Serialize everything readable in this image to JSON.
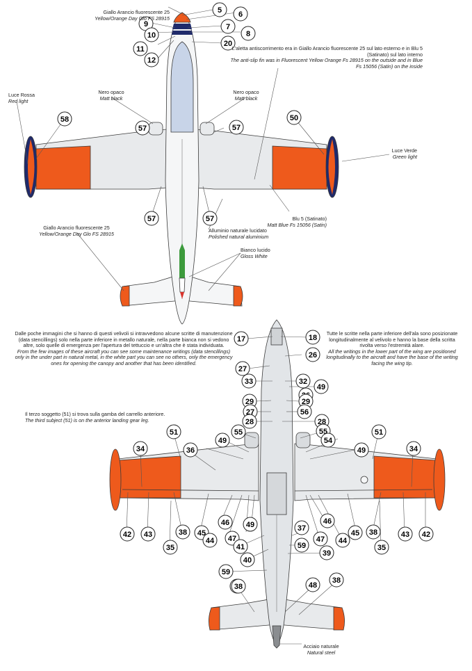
{
  "colors": {
    "orange": "#ee5a1c",
    "wing_gray": "#e8eaec",
    "fuselage_white": "#f5f6f7",
    "blue_tip": "#1f2a6b",
    "canopy_blue": "#c8d4e8",
    "outline": "#3a3a3a"
  },
  "top_view": {
    "nose_color": {
      "it": "Giallo Arancio fluorescente 25",
      "en": "Yellow/Orange Day Glo FS 28915"
    },
    "antislip": {
      "it": "L'aletta antiscorrimento era in Giallo Arancio fluorescente 25 sul lato esterno e in Blu 5 (Satinato) sul lato interno",
      "en": "The anti-slip fin was in Fluorescent Yellow Orange Fs 28915 on the outside and in Blue Fs 15056 (Satin) on the inside"
    },
    "red_light": {
      "it": "Luce Rossa",
      "en": "Red light"
    },
    "green_light": {
      "it": "Luce Verde",
      "en": "Green light"
    },
    "matt_black_left": {
      "it": "Nero opaco",
      "en": "Matt black"
    },
    "matt_black_right": {
      "it": "Nero opaco",
      "en": "Matt black"
    },
    "wing_orange": {
      "it": "Giallo Arancio fluorescente 25",
      "en": "Yellow/Orange Day Glo FS 28915"
    },
    "blu5": {
      "it": "Blu 5 (Satinato)",
      "en": "Matt Blue Fs 15056 (Satin)"
    },
    "aluminium": {
      "it": "Alluminio naturale lucidato",
      "en": "Polished natural aluminium"
    },
    "gloss_white": {
      "it": "Bianco lucido",
      "en": "Gloss White"
    },
    "callouts": [
      "5",
      "6",
      "7",
      "8",
      "9",
      "10",
      "11",
      "12",
      "20",
      "57",
      "57",
      "57",
      "57",
      "58",
      "50"
    ]
  },
  "notes": {
    "left_it": "Dalle poche immagini che si hanno di questi velivoli si intravvedono alcune scritte di manutenzione (data stencillings) solo nella parte inferiore in metallo naturale, nella parte bianca non si vedono altre, solo quelle di emergenza per l'apertura del tettuccio e un'altra che è stata individuata.",
    "left_en": "From the few images of these aircraft you can see some maintenance writings (data stencillings) only in the under part in natural metal, in the white part you can see no others, only the emergency ones for opening the canopy and another that has been identified.",
    "right_it": "Tutte le scritte nella parte inferiore dell'ala sono posizionate longitudinalmente al velivolo e hanno la base della scritta rivolta verso l'estremità alare.",
    "right_en": "All the writings in the lower part of the wing are positioned longitudinally to the aircraft and have the base of the writing facing the wing tip.",
    "third_it": "Il terzo soggetto (51) si trova sulla gamba del carrello anteriore.",
    "third_en": "The third subject (51) is on the anterior landing gear leg."
  },
  "bottom_view": {
    "steel": {
      "it": "Acciaio naturale",
      "en": "Natural steel"
    },
    "callouts": [
      "17",
      "18",
      "26",
      "27",
      "33",
      "32",
      "49",
      "26",
      "29",
      "29",
      "56",
      "27",
      "28",
      "28",
      "55",
      "55",
      "54",
      "49",
      "49",
      "51",
      "51",
      "34",
      "34",
      "36",
      "46",
      "45",
      "44",
      "47",
      "49",
      "41",
      "40",
      "59",
      "38",
      "46",
      "45",
      "44",
      "47",
      "37",
      "59",
      "39",
      "42",
      "43",
      "38",
      "35",
      "42",
      "43",
      "38",
      "35",
      "38",
      "48",
      "38"
    ]
  }
}
